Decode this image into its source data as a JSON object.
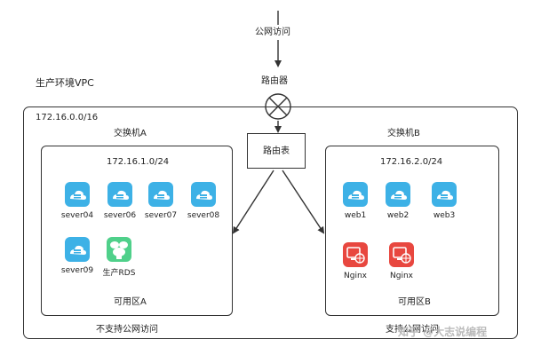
{
  "header": {
    "internet_access": "公网访问",
    "router": "路由器"
  },
  "vpc": {
    "title": "生产环境VPC",
    "cidr": "172.16.0.0/16"
  },
  "route_table": {
    "label": "路由表"
  },
  "zone_a": {
    "switch": "交换机A",
    "cidr": "172.16.1.0/24",
    "zone": "可用区A",
    "access_note": "不支持公网访问",
    "nodes": [
      {
        "label": "sever04",
        "icon": "server-cloud-icon"
      },
      {
        "label": "sever06",
        "icon": "server-cloud-icon"
      },
      {
        "label": "sever07",
        "icon": "server-cloud-icon"
      },
      {
        "label": "sever08",
        "icon": "server-cloud-icon"
      },
      {
        "label": "sever09",
        "icon": "server-cloud-icon"
      },
      {
        "label": "生产RDS",
        "icon": "rds-database-icon"
      }
    ]
  },
  "zone_b": {
    "switch": "交换机B",
    "cidr": "172.16.2.0/24",
    "zone": "可用区B",
    "access_note": "支持公网访问",
    "nodes": [
      {
        "label": "web1",
        "icon": "server-cloud-icon"
      },
      {
        "label": "web2",
        "icon": "server-cloud-icon"
      },
      {
        "label": "web3",
        "icon": "server-cloud-icon"
      },
      {
        "label": "Nginx",
        "icon": "nginx-globe-icon"
      },
      {
        "label": "Nginx",
        "icon": "nginx-globe-icon"
      }
    ]
  },
  "watermark": "知乎 @大志说编程",
  "colors": {
    "server_icon": "#3db1e6",
    "rds_icon": "#4fd08a",
    "nginx_icon": "#e8473f",
    "line": "#333333"
  }
}
